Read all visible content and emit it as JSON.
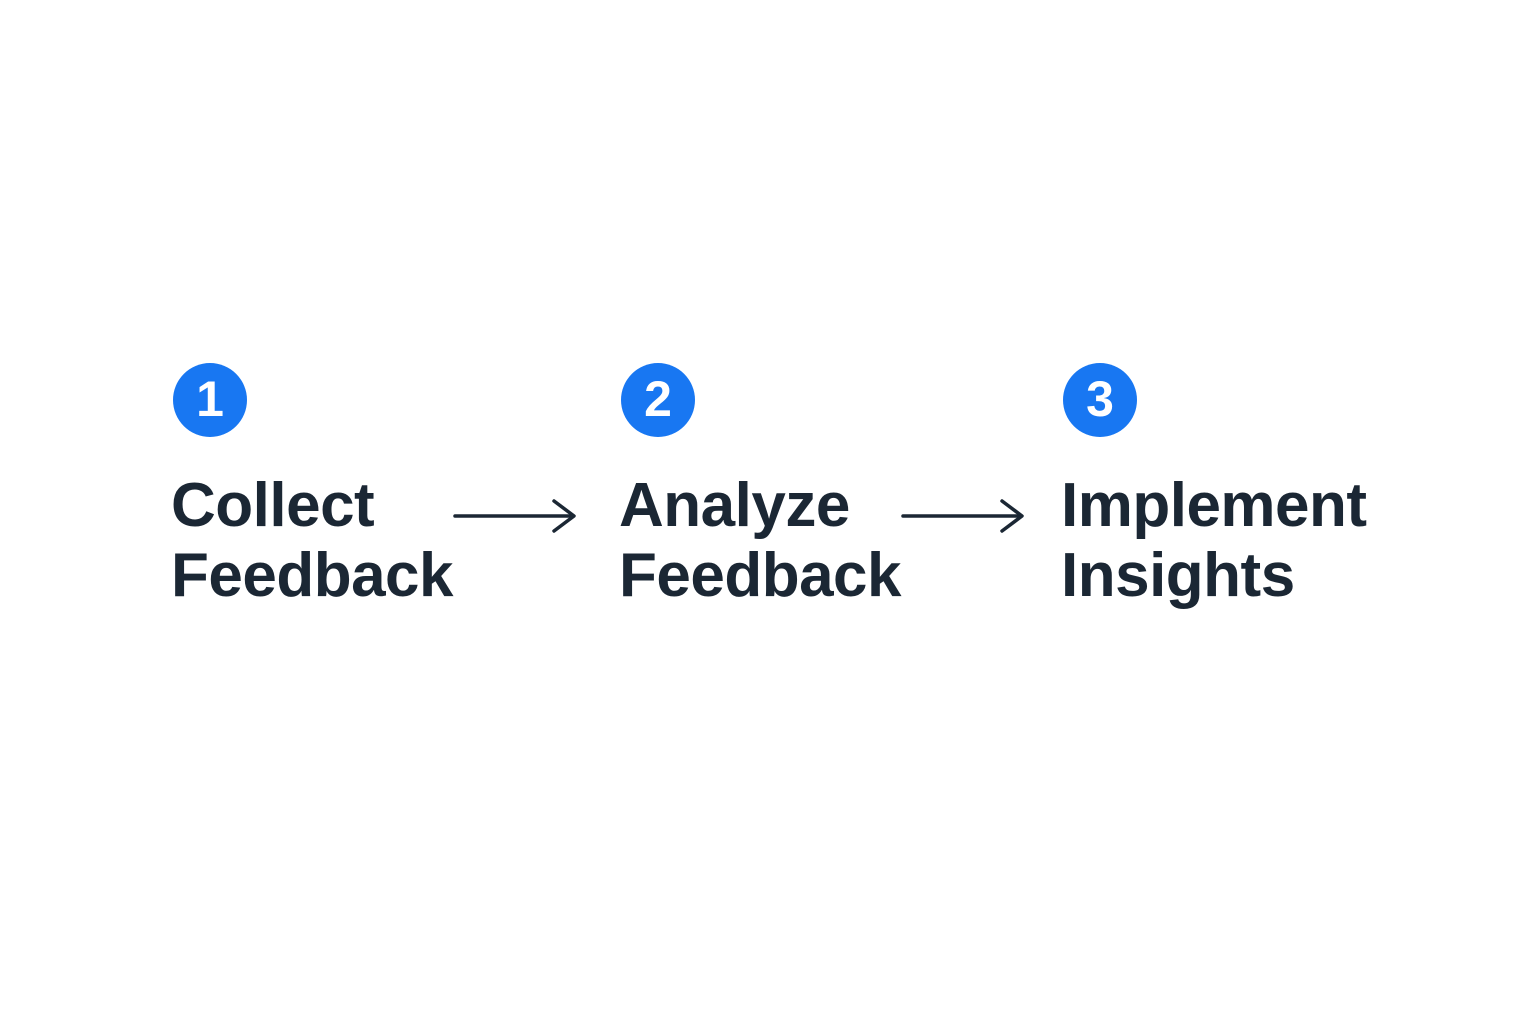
{
  "diagram": {
    "type": "process-flow",
    "background_color": "#ffffff",
    "accent_color": "#1877F2",
    "text_color": "#1B2734",
    "badge_number_color": "#ffffff",
    "steps": [
      {
        "number": "1",
        "line1": "Collect",
        "line2": "Feedback"
      },
      {
        "number": "2",
        "line1": "Analyze",
        "line2": "Feedback"
      },
      {
        "number": "3",
        "line1": "Implement",
        "line2": "Insights"
      }
    ],
    "connectors": [
      {
        "from_step": "1",
        "to_step": "2",
        "style": "right-arrow"
      },
      {
        "from_step": "2",
        "to_step": "3",
        "style": "right-arrow"
      }
    ]
  }
}
